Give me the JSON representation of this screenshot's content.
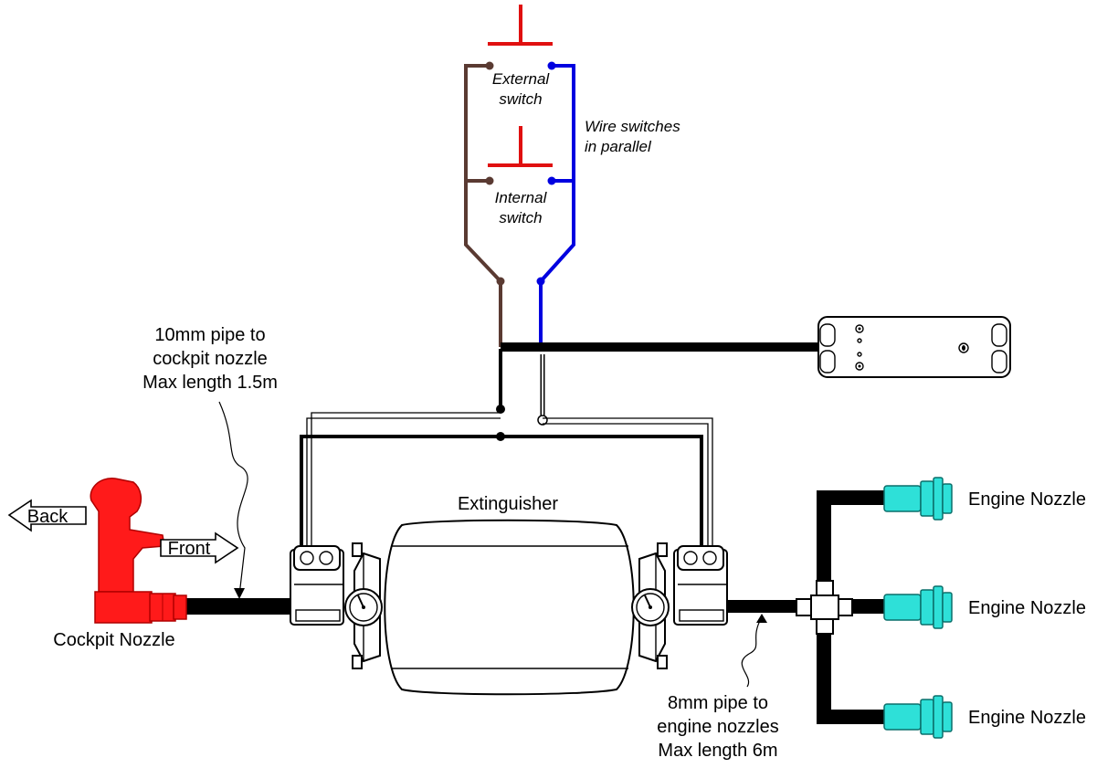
{
  "diagram": {
    "switches": {
      "external_line1": "External",
      "external_line2": "switch",
      "internal_line1": "Internal",
      "internal_line2": "switch",
      "note_line1": "Wire switches",
      "note_line2": "in parallel"
    },
    "cockpit_pipe": {
      "line1": "10mm pipe to",
      "line2": "cockpit nozzle",
      "line3": "Max length 1.5m"
    },
    "engine_pipe": {
      "line1": "8mm pipe to",
      "line2": "engine nozzles",
      "line3": "Max length 6m"
    },
    "extinguisher_label": "Extinguisher",
    "cockpit_nozzle_label": "Cockpit Nozzle",
    "back_label": "Back",
    "front_label": "Front",
    "engine_nozzles": [
      "Engine Nozzle",
      "Engine Nozzle",
      "Engine Nozzle"
    ],
    "colors": {
      "switch_red": "#e01010",
      "wire_brown": "#5a3a32",
      "wire_blue": "#0000e0",
      "nozzle_red": "#ff1a1a",
      "nozzle_cyan": "#2ee0d8",
      "pipe_black": "#000000"
    }
  }
}
